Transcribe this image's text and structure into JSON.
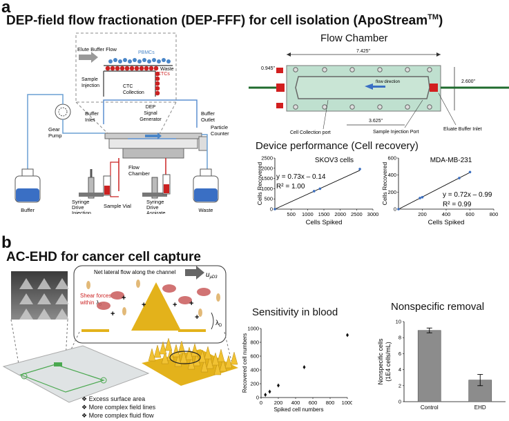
{
  "panel_a": {
    "letter": "a",
    "title": "DEP-field flow fractionation (DEP-FFF) for cell isolation (ApoStream",
    "title_tm": "TM",
    "title_end": ")",
    "schematic": {
      "elute_buffer_flow": "Elute Buffer Flow",
      "pbmcs": "PBMCs",
      "ctcs": "CTCs",
      "waste_inset": "Waste",
      "sample_injection": "Sample\nInjection",
      "ctc_collection": "CTC\nCollection",
      "dep_generator": "DEP\nSignal\nGenerator",
      "gear_pump": "Gear\nPump",
      "buffer_inlet": "Buffer\nInlet",
      "buffer_outlet": "Buffer\nOutlet",
      "particle_counter": "Particle\nCounter",
      "flow_chamber": "Flow\nChamber",
      "buffer": "Buffer",
      "waste": "Waste",
      "syringe_injection": "Syringe\nDrive\nInjection",
      "sample_vial": "Sample Vial",
      "syringe_aspirate": "Syringe\nDrive\nAspirate"
    },
    "flow_chamber_panel": {
      "title": "Flow Chamber",
      "dim_length": "7.425\"",
      "dim_left": "0.945\"",
      "dim_height": "2.600\"",
      "dim_mid": "3.625\"",
      "flow_direction": "flow direction",
      "cell_collection_port": "Cell Collection port",
      "sample_injection_port": "Sample Injection Port",
      "eluate_buffer_inlet": "Eluate Buffer Inlet"
    },
    "performance_title": "Device performance (Cell recovery)"
  },
  "panel_b": {
    "letter": "b",
    "title": "AC-EHD for cancer cell capture",
    "schematic": {
      "net_flow": "Net lateral flow along the channel",
      "u_label": "u",
      "u_sub": "μD3",
      "shear_forces": "Shear forces",
      "within": "within",
      "lambda_sub": "λ",
      "lambda_d": "λ",
      "lambda_d_sub": "D",
      "bullets": [
        "❖ Excess surface area",
        "❖ More complex field lines",
        "❖ More complex fluid flow"
      ]
    },
    "sensitivity_title": "Sensitivity in blood",
    "nonspecific_title": "Nonspecific removal"
  },
  "colors": {
    "blue_cell": "#4a86c8",
    "red_cell": "#cc2222",
    "fit_line": "#000000",
    "data_point": "#3c6fc0",
    "bar": "#8c8c8c",
    "gold": "#e3b21b",
    "chamber_green": "#bfe0cf"
  },
  "chart_data": [
    {
      "id": "skov3",
      "type": "scatter",
      "title": "SKOV3 cells",
      "xlabel": "Cells Spiked",
      "ylabel": "Cells Recovered",
      "xlim": [
        0,
        3000
      ],
      "ylim": [
        0,
        2500
      ],
      "xticks": [
        500,
        1000,
        1500,
        2000,
        2500,
        3000
      ],
      "yticks": [
        0,
        500,
        1000,
        1500,
        2000,
        2500
      ],
      "points": [
        [
          0,
          0
        ],
        [
          1200,
          880
        ],
        [
          1380,
          1000
        ],
        [
          2600,
          1960
        ]
      ],
      "fit": {
        "slope": 0.73,
        "intercept": -0.14
      },
      "annotation": [
        "y = 0.73x – 0.14",
        "R² = 1.00"
      ]
    },
    {
      "id": "mda",
      "type": "scatter",
      "title": "MDA-MB-231",
      "xlabel": "Cells Spiked",
      "ylabel": "Cells Recovered",
      "xlim": [
        0,
        800
      ],
      "ylim": [
        0,
        600
      ],
      "xticks": [
        200,
        400,
        600,
        800
      ],
      "yticks": [
        0,
        200,
        400,
        600
      ],
      "points": [
        [
          0,
          0
        ],
        [
          180,
          130
        ],
        [
          200,
          140
        ],
        [
          510,
          365
        ],
        [
          600,
          435
        ]
      ],
      "fit": {
        "slope": 0.72,
        "intercept": -0.99
      },
      "annotation": [
        "y = 0.72x – 0.99",
        "R² = 0.99"
      ]
    },
    {
      "id": "sensitivity",
      "type": "scatter",
      "title": "Sensitivity in blood",
      "xlabel": "Spiked cell numbers",
      "ylabel": "Recovered cell numbers",
      "xlim": [
        0,
        1000
      ],
      "ylim": [
        0,
        1000
      ],
      "xticks": [
        0,
        200,
        400,
        600,
        800,
        1000
      ],
      "yticks": [
        0,
        200,
        400,
        600,
        800,
        1000
      ],
      "points": [
        [
          50,
          40
        ],
        [
          100,
          85
        ],
        [
          200,
          175
        ],
        [
          500,
          440
        ],
        [
          1000,
          905
        ]
      ]
    },
    {
      "id": "nonspecific",
      "type": "bar",
      "title": "Nonspecific removal",
      "ylabel": "Nonspecific cells\n(1E4 cells/mL)",
      "categories": [
        "Control",
        "EHD"
      ],
      "values": [
        8.9,
        2.7
      ],
      "errors": [
        0.3,
        0.7
      ],
      "ylim": [
        0,
        10
      ],
      "yticks": [
        0,
        2,
        4,
        6,
        8,
        10
      ]
    }
  ]
}
